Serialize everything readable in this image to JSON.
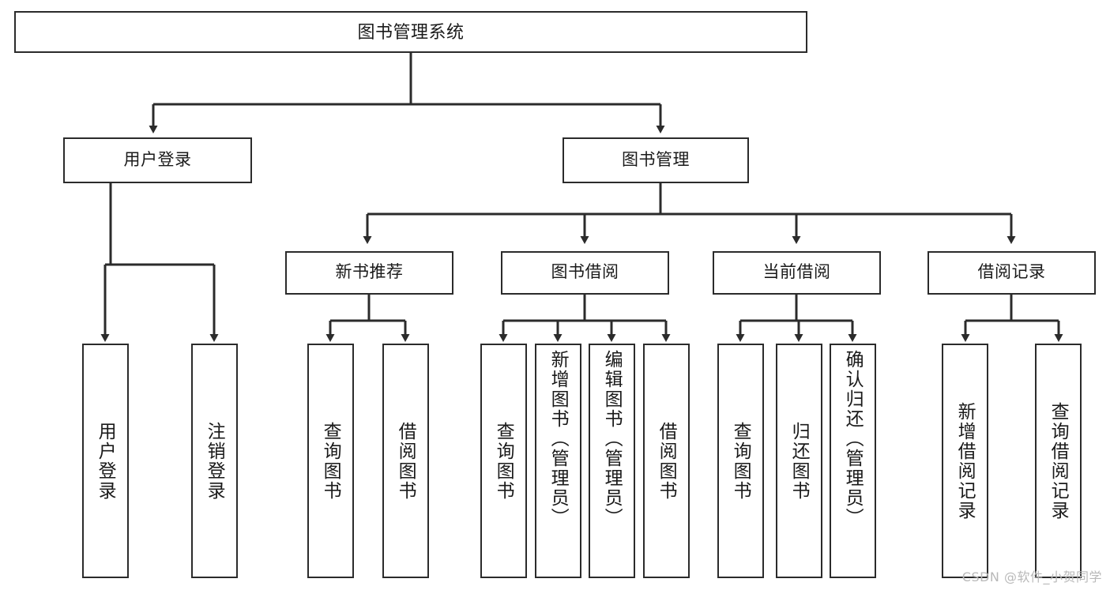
{
  "diagram": {
    "type": "tree",
    "title_node": {
      "label": "图书管理系统"
    },
    "level2": [
      {
        "label": "用户登录"
      },
      {
        "label": "图书管理"
      }
    ],
    "level3": [
      {
        "label": "新书推荐"
      },
      {
        "label": "图书借阅"
      },
      {
        "label": "当前借阅"
      },
      {
        "label": "借阅记录"
      }
    ],
    "leaves": [
      {
        "label": "用户登录",
        "parent": "用户登录"
      },
      {
        "label": "注销登录",
        "parent": "用户登录"
      },
      {
        "label": "查询图书",
        "parent": "新书推荐"
      },
      {
        "label": "借阅图书",
        "parent": "新书推荐"
      },
      {
        "label": "查询图书",
        "parent": "图书借阅"
      },
      {
        "label": "新增图书（管理员）",
        "parent": "图书借阅"
      },
      {
        "label": "编辑图书（管理员）",
        "parent": "图书借阅"
      },
      {
        "label": "借阅图书",
        "parent": "图书借阅"
      },
      {
        "label": "查询图书",
        "parent": "当前借阅"
      },
      {
        "label": "归还图书",
        "parent": "当前借阅"
      },
      {
        "label": "确认归还（管理员）",
        "parent": "当前借阅"
      },
      {
        "label": "新增借阅记录",
        "parent": "借阅记录"
      },
      {
        "label": "查询借阅记录",
        "parent": "借阅记录"
      }
    ],
    "colors": {
      "stroke": "#2b2b2b",
      "fill": "#ffffff",
      "text": "#1a1a1a",
      "watermark": "#b9b9b9"
    }
  },
  "watermark": {
    "text": "CSDN @软件_小贺同学"
  }
}
